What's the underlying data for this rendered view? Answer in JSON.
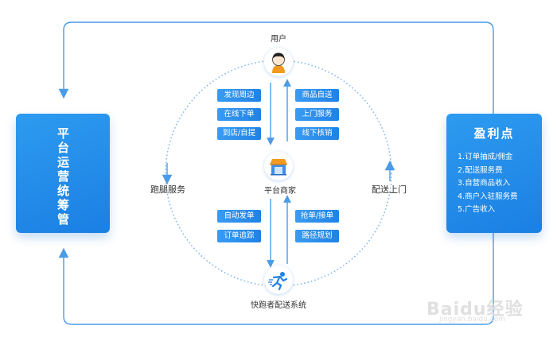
{
  "nodes": {
    "user": {
      "label": "用户"
    },
    "merchant": {
      "label": "平台商家"
    },
    "courier": {
      "label": "快跑者配送系统"
    }
  },
  "platform_box": {
    "title": "平台运营统筹管理"
  },
  "profit_box": {
    "title": "盈利点",
    "items": [
      "1.订单抽成/佣金",
      "2.配送服务费",
      "3.自营商品收入",
      "4.商户入驻服务费",
      "5.广告收入"
    ]
  },
  "ring_labels": {
    "left": "跑腿服务",
    "right": "配送上门"
  },
  "tags": {
    "user_to_merchant": [
      "发现周边",
      "在线下单",
      "到店/自提"
    ],
    "merchant_to_user": [
      "商品自送",
      "上门服务",
      "线下核销"
    ],
    "merchant_to_courier": [
      "自动发单",
      "订单追踪"
    ],
    "courier_to_merchant": [
      "抢单/接单",
      "路径规划"
    ]
  },
  "watermark": {
    "text": "Baidu经验",
    "sub": "jingyan.baidu.com"
  },
  "colors": {
    "primary": "#1f82e6",
    "line": "#4a9be8",
    "dotted_ring": "#7fb6ee"
  }
}
